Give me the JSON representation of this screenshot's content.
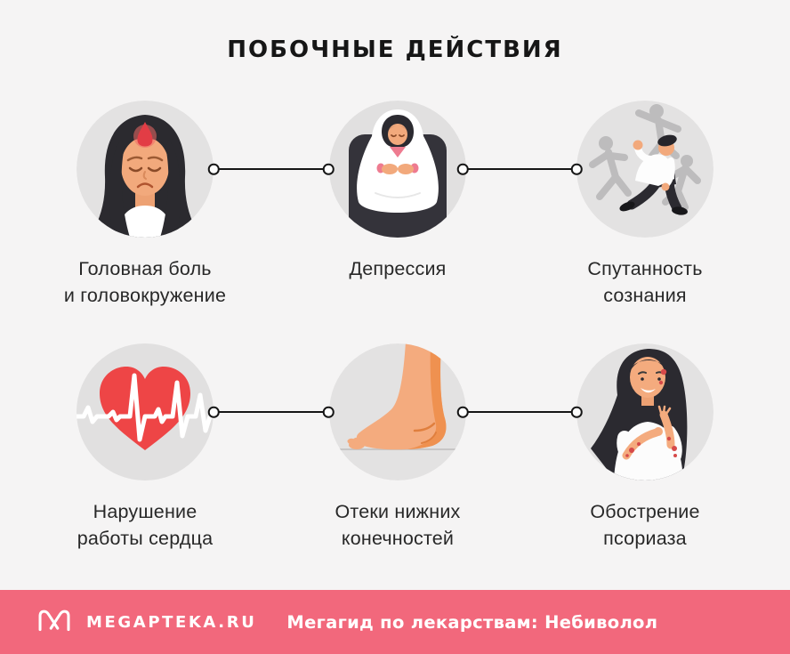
{
  "title": "ПОБОЧНЫЕ ДЕЙСТВИЯ",
  "items": [
    {
      "line1": "Головная боль",
      "line2": "и головокружение",
      "icon": "headache-woman-illustration"
    },
    {
      "line1": "Депрессия",
      "line2": "",
      "icon": "depression-person-illustration"
    },
    {
      "line1": "Спутанность",
      "line2": "сознания",
      "icon": "confusion-man-illustration"
    },
    {
      "line1": "Нарушение",
      "line2": "работы сердца",
      "icon": "heart-ecg-illustration"
    },
    {
      "line1": "Отеки нижних",
      "line2": "конечностей",
      "icon": "swollen-foot-illustration"
    },
    {
      "line1": "Обострение",
      "line2": "псориаза",
      "icon": "psoriasis-woman-illustration"
    }
  ],
  "footer": {
    "brand": "MEGAPTEKA.RU",
    "caption": "Мегагид по лекарствам: Небиволол",
    "logo_icon": "megapteka-m-logo"
  },
  "colors": {
    "page_background": "#f5f4f4",
    "circle_background": "#e3e2e2",
    "text": "#282828",
    "footer_background": "#f2687c",
    "heart_red": "#ee4546",
    "pain_red": "#e23d45",
    "skin": "#f2a97c",
    "dark_hair": "#2b2a30",
    "silhouette_gray": "#bdbcbd"
  }
}
